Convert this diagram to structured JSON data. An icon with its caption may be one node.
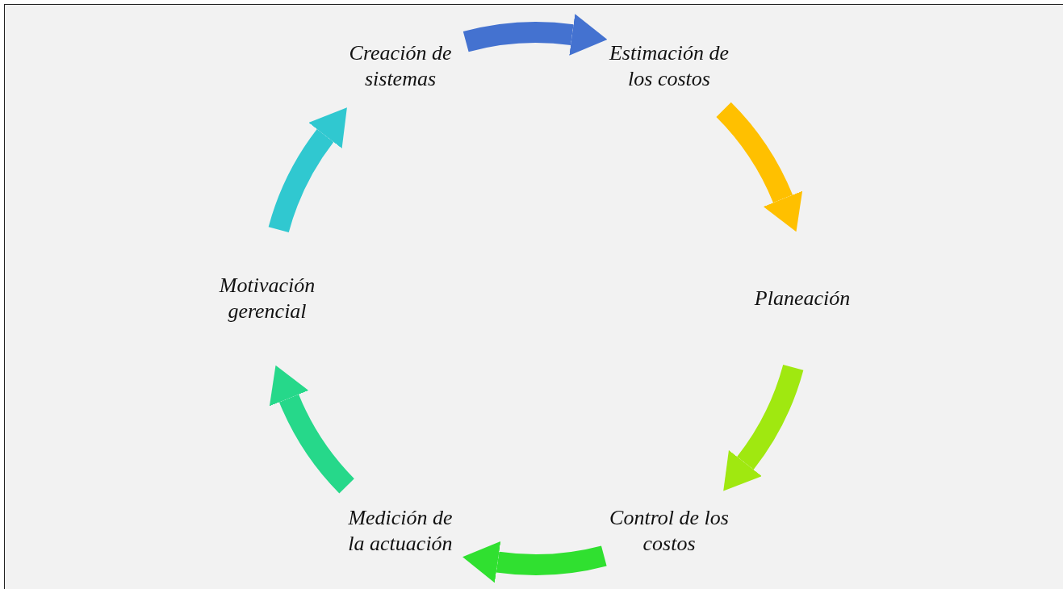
{
  "diagram": {
    "nodes": [
      {
        "text": [
          "Creación de sistemas"
        ]
      },
      {
        "text": [
          "Estimación de los costos"
        ]
      },
      {
        "text": [
          "Planeación"
        ]
      },
      {
        "text": [
          "Control de los costos"
        ]
      },
      {
        "text": [
          "Medición de la actuación"
        ]
      },
      {
        "text": [
          "Motivación gerencial"
        ]
      }
    ],
    "edges": [
      {
        "from": 0,
        "to": 1,
        "arrow": "to",
        "color": "#4472d0"
      },
      {
        "from": 1,
        "to": 2,
        "arrow": "to",
        "color": "#ffc000"
      },
      {
        "from": 2,
        "to": 3,
        "arrow": "to",
        "color": "#a0e810"
      },
      {
        "from": 3,
        "to": 4,
        "arrow": "to",
        "color": "#30e030"
      },
      {
        "from": 4,
        "to": 5,
        "arrow": "to",
        "color": "#26d88a"
      },
      {
        "from": 5,
        "to": 0,
        "arrow": "to",
        "color": "#30c8d0"
      }
    ]
  }
}
